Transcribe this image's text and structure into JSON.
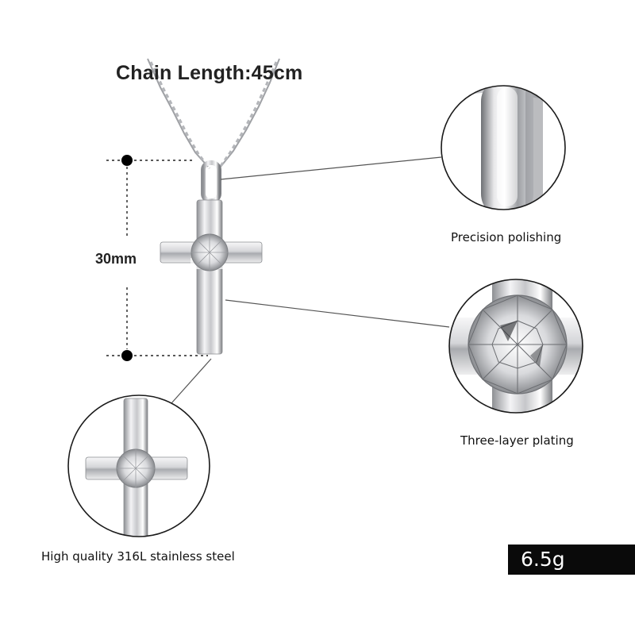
{
  "chain": {
    "length_label": "Chain Length:45cm"
  },
  "dimension": {
    "height_label": "30mm"
  },
  "features": [
    {
      "label": "Precision polishing",
      "icon": "polished-ring-icon"
    },
    {
      "label": "Three-layer plating",
      "icon": "gemstone-setting-icon"
    },
    {
      "label": "High quality 316L stainless steel",
      "icon": "cross-pendant-icon"
    }
  ],
  "weight": {
    "label": "6.5g"
  },
  "colors": {
    "metal": "#c8c8cc",
    "text": "#1a1a1a",
    "badge_bg": "#0a0a0a",
    "badge_text": "#ffffff"
  }
}
